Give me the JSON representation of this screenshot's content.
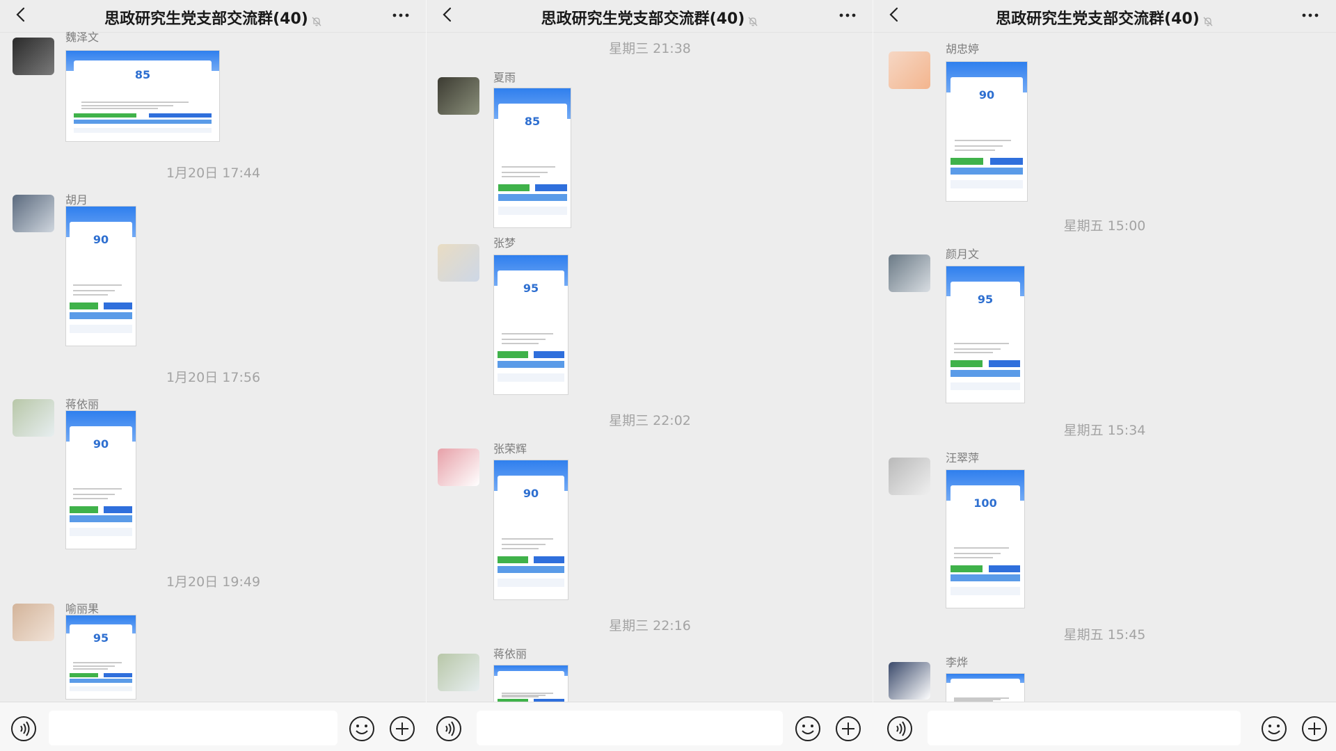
{
  "colors": {
    "accent": "#2f7fee",
    "green": "#3fb24a",
    "background": "#ededed"
  },
  "panels": [
    {
      "title": "思政研究生党支部交流群(40)",
      "items": [
        {
          "kind": "msg",
          "sender": "魏泽文",
          "score": "85"
        },
        {
          "kind": "ts",
          "text": "1月20日 17:44"
        },
        {
          "kind": "msg",
          "sender": "胡月",
          "score": "90"
        },
        {
          "kind": "ts",
          "text": "1月20日 17:56"
        },
        {
          "kind": "msg",
          "sender": "蒋依丽",
          "score": "90"
        },
        {
          "kind": "ts",
          "text": "1月20日 19:49"
        },
        {
          "kind": "msg",
          "sender": "喻丽果",
          "score": "95"
        }
      ]
    },
    {
      "title": "思政研究生党支部交流群(40)",
      "items": [
        {
          "kind": "ts",
          "text": "星期三 21:38"
        },
        {
          "kind": "msg",
          "sender": "夏雨",
          "score": "85"
        },
        {
          "kind": "msg",
          "sender": "张梦",
          "score": "95"
        },
        {
          "kind": "ts",
          "text": "星期三 22:02"
        },
        {
          "kind": "msg",
          "sender": "张荣辉",
          "score": "90"
        },
        {
          "kind": "ts",
          "text": "星期三 22:16"
        },
        {
          "kind": "msg",
          "sender": "蒋依丽",
          "score": ""
        }
      ]
    },
    {
      "title": "思政研究生党支部交流群(40)",
      "items": [
        {
          "kind": "msg",
          "sender": "胡忠婷",
          "score": "90"
        },
        {
          "kind": "ts",
          "text": "星期五 15:00"
        },
        {
          "kind": "msg",
          "sender": "颜月文",
          "score": "95"
        },
        {
          "kind": "ts",
          "text": "星期五 15:34"
        },
        {
          "kind": "msg",
          "sender": "汪翠萍",
          "score": "100"
        },
        {
          "kind": "ts",
          "text": "星期五 15:45"
        },
        {
          "kind": "msg",
          "sender": "李烨",
          "score": ""
        }
      ]
    }
  ],
  "icons": {
    "back": "chevron-left-icon",
    "mute": "bell-off-icon",
    "more": "more-icon",
    "voice": "voice-icon",
    "emoji": "emoji-icon",
    "plus": "plus-icon"
  }
}
